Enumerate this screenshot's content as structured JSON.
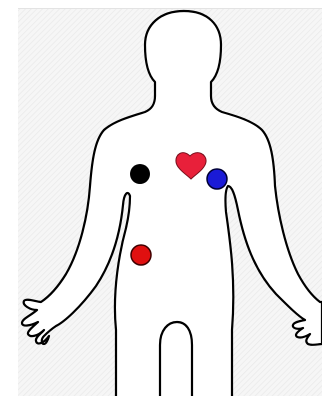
{
  "diagram": {
    "figure": "human-body-outline",
    "colors": {
      "outline": "#000000",
      "backdrop": "#f6f6f6",
      "backdrop_hatch": "#e9e9e9"
    },
    "markers": [
      {
        "name": "black-electrode-marker",
        "shape": "circle",
        "color": "#000000"
      },
      {
        "name": "heart-marker",
        "shape": "heart",
        "color": "#e8203a"
      },
      {
        "name": "blue-electrode-marker",
        "shape": "circle",
        "color": "#1a1ad6"
      },
      {
        "name": "red-electrode-marker",
        "shape": "circle",
        "color": "#e01010"
      }
    ]
  }
}
